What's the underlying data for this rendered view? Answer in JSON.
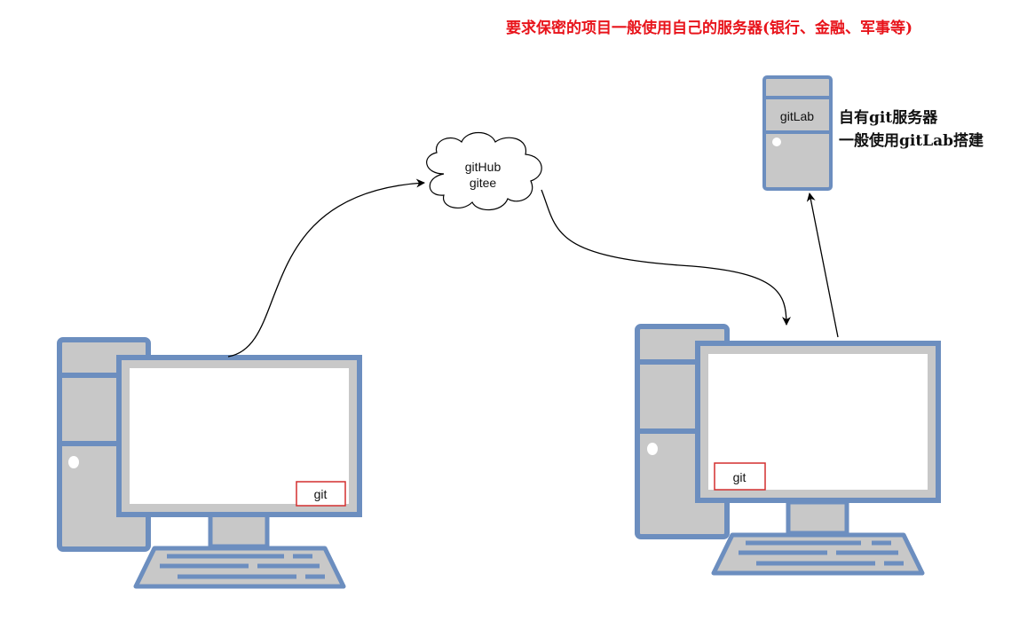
{
  "notes": {
    "top": "要求保密的项目一般使用自己的服务器(银行、金融、军事等)",
    "server_line1": "自有git服务器",
    "server_line2": "一般使用gitLab搭建"
  },
  "cloud": {
    "line1": "gitHub",
    "line2": "gitee"
  },
  "server": {
    "label": "gitLab"
  },
  "left_pc": {
    "badge": "git"
  },
  "right_pc": {
    "badge": "git"
  },
  "colors": {
    "frame": "#6c8ebf",
    "fill_gray": "#c8c8c8",
    "screen": "#ffffff",
    "badge_border": "#d32f2f",
    "accent_red": "#e8141b"
  },
  "icons": [
    "desktop-computer-icon",
    "cloud-icon",
    "server-tower-icon"
  ]
}
